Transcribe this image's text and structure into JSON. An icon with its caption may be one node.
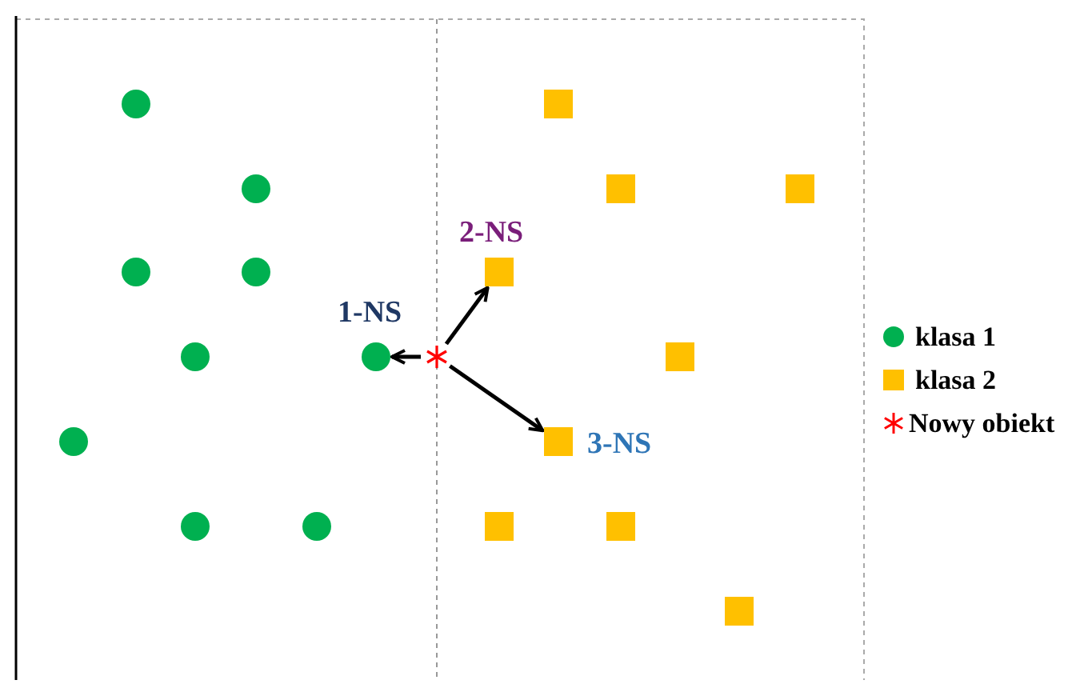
{
  "diagram": {
    "nodes": [
      {
        "text": [],
        "shape": "circle"
      },
      {
        "text": [],
        "shape": "box"
      },
      {
        "text": [],
        "shape": "circle"
      },
      {
        "text": [],
        "shape": "box"
      },
      {
        "text": [],
        "shape": "box"
      },
      {
        "text": [],
        "shape": "circle"
      },
      {
        "text": [],
        "shape": "circle"
      },
      {
        "text": [],
        "shape": "box",
        "beside": [
          "2-NS"
        ]
      },
      {
        "text": [],
        "shape": "circle"
      },
      {
        "text": [],
        "shape": "circle",
        "beside": [
          "1-NS"
        ]
      },
      {
        "text": [],
        "shape": "star"
      },
      {
        "text": [],
        "shape": "box"
      },
      {
        "text": [],
        "shape": "circle"
      },
      {
        "text": [],
        "shape": "box",
        "beside": [
          "3-NS"
        ]
      },
      {
        "text": [],
        "shape": "circle"
      },
      {
        "text": [],
        "shape": "circle"
      },
      {
        "text": [],
        "shape": "box"
      },
      {
        "text": [],
        "shape": "box"
      },
      {
        "text": [],
        "shape": "box"
      }
    ],
    "edges": [
      {
        "from": 10,
        "to": 9,
        "arrow": "to"
      },
      {
        "from": 10,
        "to": 7,
        "arrow": "to"
      },
      {
        "from": 10,
        "to": 13,
        "arrow": "to"
      }
    ],
    "legend": [
      {
        "text": "klasa 1",
        "color": "#00b050"
      },
      {
        "text": "klasa 2",
        "color": "#ffc000"
      },
      {
        "text": "Nowy obiekt",
        "color": "#ff0000"
      }
    ]
  }
}
